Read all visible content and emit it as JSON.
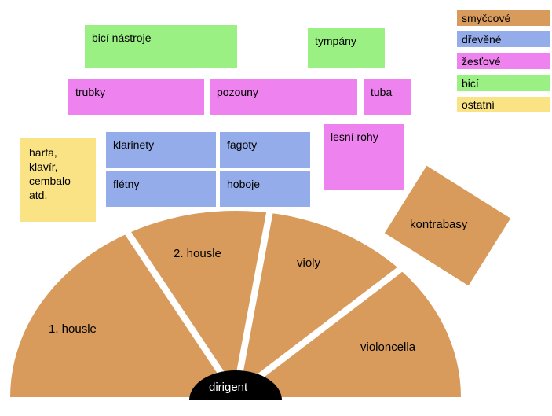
{
  "colors": {
    "strings": "#D89B5B",
    "woodwinds": "#95ACEA",
    "brass": "#EE82EE",
    "percussion": "#9BF083",
    "other": "#FAE385",
    "divider": "#FFFFFF",
    "conductor_bg": "#000000",
    "conductor_text": "#FFFFFF",
    "label_text": "#000000",
    "background": "#FFFFFF"
  },
  "legend": {
    "items": [
      {
        "label": "smyčcové",
        "color": "#D89B5B"
      },
      {
        "label": "dřevěné",
        "color": "#95ACEA"
      },
      {
        "label": "žesťové",
        "color": "#EE82EE"
      },
      {
        "label": "bicí",
        "color": "#9BF083"
      },
      {
        "label": "ostatní",
        "color": "#FAE385"
      }
    ]
  },
  "boxes": {
    "bici_nastroje": {
      "label": "bicí nástroje",
      "category": "percussion"
    },
    "tympany": {
      "label": "tympány",
      "category": "percussion"
    },
    "trubky": {
      "label": "trubky",
      "category": "brass"
    },
    "pozouny": {
      "label": "pozouny",
      "category": "brass"
    },
    "tuba": {
      "label": "tuba",
      "category": "brass"
    },
    "lesni_rohy": {
      "label": "lesní rohy",
      "category": "brass"
    },
    "klarinety": {
      "label": "klarinety",
      "category": "woodwinds"
    },
    "fagoty": {
      "label": "fagoty",
      "category": "woodwinds"
    },
    "fletny": {
      "label": "flétny",
      "category": "woodwinds"
    },
    "hoboje": {
      "label": "hoboje",
      "category": "woodwinds"
    },
    "harfa": {
      "label": "harfa,\nklavír,\ncembalo\natd.",
      "category": "other"
    }
  },
  "stage_sections": {
    "housle1": "1. housle",
    "housle2": "2. housle",
    "violy": "violy",
    "violoncella": "violoncella",
    "kontrabasy": "kontrabasy",
    "conductor": "dirigent"
  }
}
